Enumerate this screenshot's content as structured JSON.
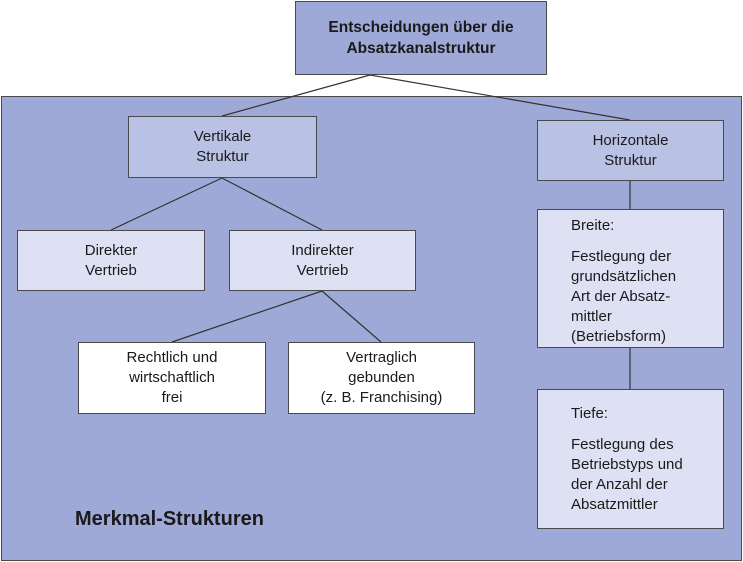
{
  "colors": {
    "panel_bg": "#9ea9d8",
    "box_level1": "#b9c1e4",
    "box_level2": "#dde1f3",
    "box_white": "#ffffff",
    "line": "#333333"
  },
  "top": {
    "lines": [
      "Entscheidungen über die",
      "Absatzkanalstruktur"
    ]
  },
  "vertical": {
    "lines": [
      "Vertikale",
      "Struktur"
    ]
  },
  "horizontal": {
    "lines": [
      "Horizontale",
      "Struktur"
    ]
  },
  "direkt": {
    "lines": [
      "Direkter",
      "Vertrieb"
    ]
  },
  "indirekt": {
    "lines": [
      "Indirekter",
      "Vertrieb"
    ]
  },
  "rechtlich": {
    "lines": [
      "Rechtlich und",
      "wirtschaftlich",
      "frei"
    ]
  },
  "vertraglich": {
    "lines": [
      "Vertraglich",
      "gebunden",
      "(z. B. Franchising)"
    ]
  },
  "breite": {
    "heading": "Breite:",
    "lines": [
      "Festlegung der",
      "grundsätzlichen",
      "Art der Absatz-",
      "mittler",
      "(Betriebsform)"
    ]
  },
  "tiefe": {
    "heading": "Tiefe:",
    "lines": [
      "Festlegung des",
      "Betriebstyps und",
      "der Anzahl der",
      "Absatzmittler"
    ]
  },
  "footer_label": "Merkmal-Strukturen"
}
